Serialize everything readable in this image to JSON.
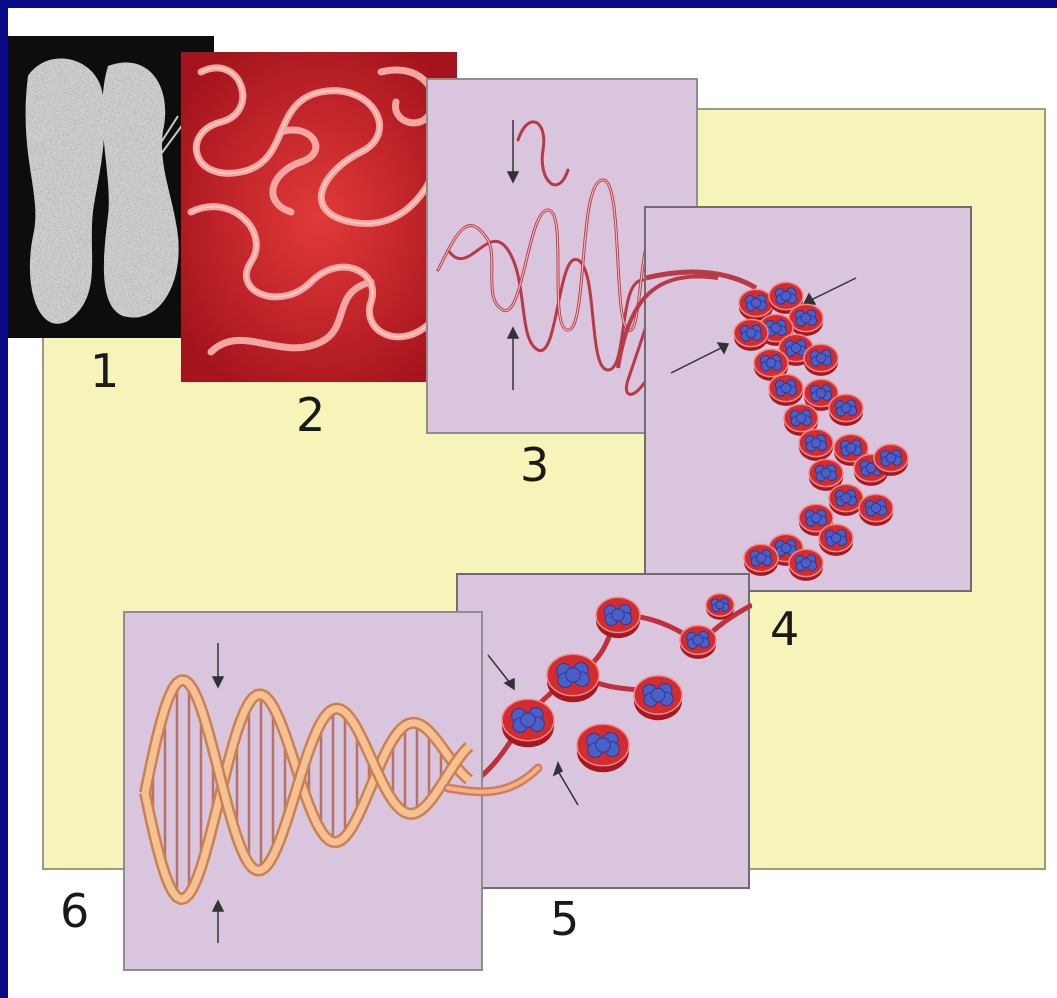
{
  "diagram": {
    "labels": [
      "1",
      "2",
      "3",
      "4",
      "5",
      "6"
    ]
  },
  "colors": {
    "frame": "#0a0a86",
    "background_panel": "#f6f4b8",
    "lavender_panel": "#d9c5de",
    "chromatin_red": "#d42b2d",
    "fiber_pink": "#f2a0a0",
    "histone_blue": "#4b5fc8",
    "dna_orange": "#f3b37c",
    "micrograph_black": "#0d0d0d"
  }
}
